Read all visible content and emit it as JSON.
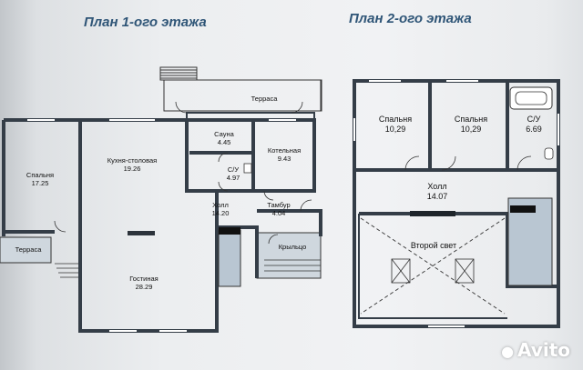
{
  "titles": {
    "floor1": "План 1-ого этажа",
    "floor2": "План 2-ого этажа"
  },
  "floor1": {
    "terrace_top": "Терраса",
    "sauna": {
      "name": "Сауна",
      "area": "4.45"
    },
    "boiler": {
      "name": "Котельная",
      "area": "9.43"
    },
    "bath": {
      "name": "С/У",
      "area": "4.97"
    },
    "kitchen": {
      "name": "Кухня-столовая",
      "area": "19.26"
    },
    "bedroom": {
      "name": "Спальня",
      "area": "17.25"
    },
    "hall": {
      "name": "Холл",
      "area": "14.20"
    },
    "vestibule": {
      "name": "Тамбур",
      "area": "4.04"
    },
    "porch": "Крыльцо",
    "terrace_left": "Терраса",
    "living": {
      "name": "Гостиная",
      "area": "28.29"
    }
  },
  "floor2": {
    "bedroom1": {
      "name": "Спальня",
      "area": "10,29"
    },
    "bedroom2": {
      "name": "Спальня",
      "area": "10,29"
    },
    "bath": {
      "name": "С/У",
      "area": "6.69"
    },
    "hall": {
      "name": "Холл",
      "area": "14.07"
    },
    "second_light": "Второй свет"
  },
  "watermark": "Avito"
}
